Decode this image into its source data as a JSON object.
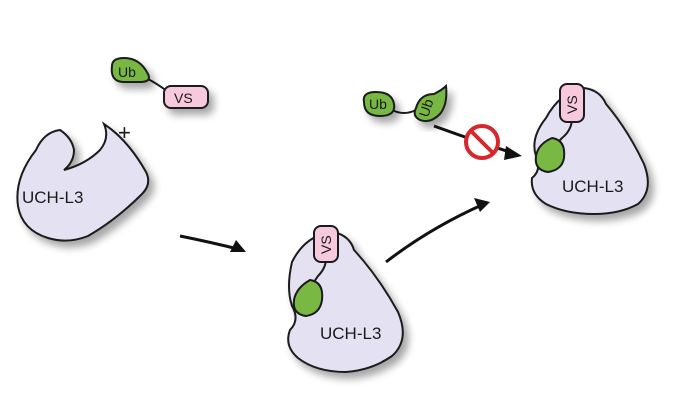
{
  "labels": {
    "enzyme_1": "UCH-L3",
    "enzyme_2": "UCH-L3",
    "enzyme_3": "UCH-L3",
    "ub_probe": "Ub",
    "vs_probe": "VS",
    "vs_bound_2": "VS",
    "vs_bound_3": "VS",
    "diubiquitin_left": "Ub",
    "diubiquitin_right": "Ub",
    "plus": "+"
  },
  "colors": {
    "enzyme_fill": "#e4e2f2",
    "enzyme_stroke": "#1b1b1b",
    "ub_fill": "#78b843",
    "vs_fill": "#f7c9dc",
    "prohibit_red": "#d8262d"
  },
  "icons": {
    "inhibition": "prohibited-icon"
  }
}
